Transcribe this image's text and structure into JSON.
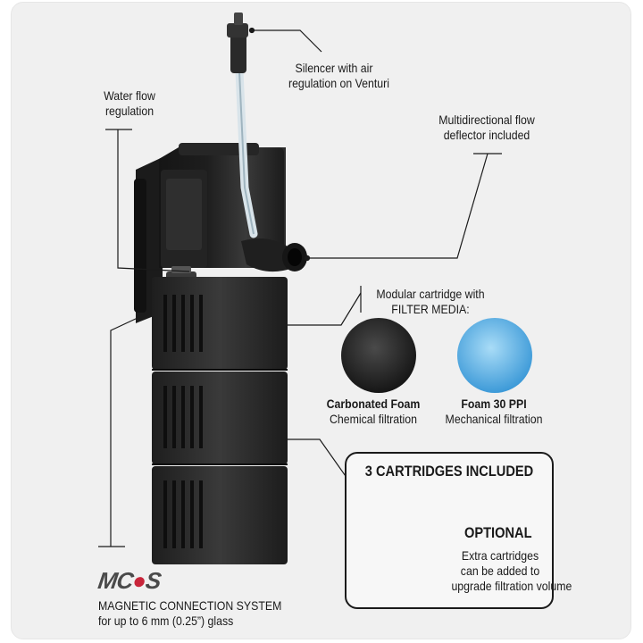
{
  "labels": {
    "silencer_line1": "Silencer with air",
    "silencer_line2": "regulation on Venturi",
    "water_flow_line1": "Water flow",
    "water_flow_line2": "regulation",
    "deflector_line1": "Multidirectional flow",
    "deflector_line2": "deflector included",
    "cartridge_line1": "Modular cartridge with",
    "cartridge_line2": "FILTER MEDIA:"
  },
  "media": [
    {
      "name": "Carbonated Foam",
      "desc": "Chemical filtration",
      "color": "#2a2a2a"
    },
    {
      "name": "Foam 30 PPI",
      "desc": "Mechanical filtration",
      "color": "#5fb4e8"
    }
  ],
  "cartridges_box": {
    "title": "3 CARTRIDGES INCLUDED",
    "optional": "OPTIONAL",
    "note_line1": "Extra cartridges",
    "note_line2": "can be added to",
    "note_line3": "upgrade filtration volume"
  },
  "magnetic": {
    "logo": "MCS",
    "line1": "MAGNETIC CONNECTION SYSTEM",
    "line2": "for up to 6 mm (0.25”) glass"
  },
  "colors": {
    "background": "#f0f0f0",
    "filter_body": "#2b2b2b",
    "accent_red": "#c8253a",
    "accent_blue": "#1f5fa8"
  }
}
